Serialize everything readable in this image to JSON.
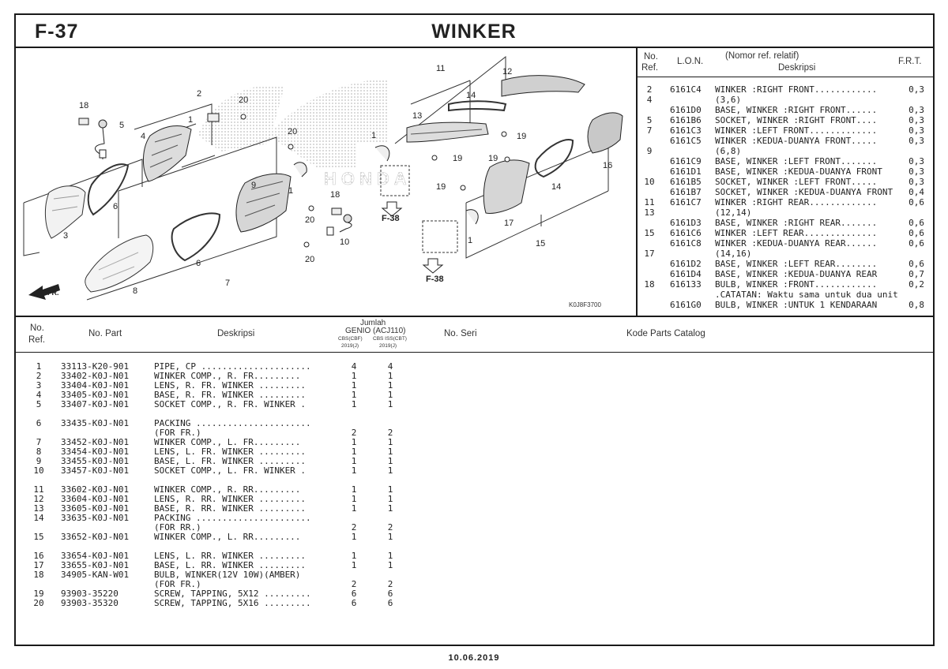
{
  "header": {
    "code": "F-37",
    "title": "WINKER"
  },
  "right_table": {
    "col_no": "No.",
    "col_ref": "Ref.",
    "col_lon": "L.O.N.",
    "col_desc_top": "(Nomor ref. relatif)",
    "col_desc": "Deskripsi",
    "col_frt": "F.R.T.",
    "rows": [
      {
        "ref": "2",
        "lon": "6161C4",
        "desc": "WINKER :RIGHT FRONT............",
        "frt": "0,3"
      },
      {
        "ref": "4",
        "lon": "",
        "desc": "(3,6)",
        "frt": ""
      },
      {
        "ref": "",
        "lon": "6161D0",
        "desc": "BASE, WINKER :RIGHT FRONT......",
        "frt": "0,3"
      },
      {
        "ref": "5",
        "lon": "6161B6",
        "desc": "SOCKET, WINKER :RIGHT FRONT....",
        "frt": "0,3"
      },
      {
        "ref": "7",
        "lon": "6161C3",
        "desc": "WINKER :LEFT FRONT.............",
        "frt": "0,3"
      },
      {
        "ref": "",
        "lon": "6161C5",
        "desc": "WINKER :KEDUA-DUANYA FRONT.....",
        "frt": "0,3"
      },
      {
        "ref": "9",
        "lon": "",
        "desc": "(6,8)",
        "frt": ""
      },
      {
        "ref": "",
        "lon": "6161C9",
        "desc": "BASE, WINKER :LEFT FRONT.......",
        "frt": "0,3"
      },
      {
        "ref": "",
        "lon": "6161D1",
        "desc": "BASE, WINKER :KEDUA-DUANYA FRONT",
        "frt": "0,3"
      },
      {
        "ref": "10",
        "lon": "6161B5",
        "desc": "SOCKET, WINKER :LEFT FRONT.....",
        "frt": "0,3"
      },
      {
        "ref": "",
        "lon": "6161B7",
        "desc": "SOCKET, WINKER :KEDUA-DUANYA FRONT",
        "frt": "0,4"
      },
      {
        "ref": "11",
        "lon": "6161C7",
        "desc": "WINKER :RIGHT REAR.............",
        "frt": "0,6"
      },
      {
        "ref": "13",
        "lon": "",
        "desc": "(12,14)",
        "frt": ""
      },
      {
        "ref": "",
        "lon": "6161D3",
        "desc": "BASE, WINKER :RIGHT REAR.......",
        "frt": "0,6"
      },
      {
        "ref": "15",
        "lon": "6161C6",
        "desc": "WINKER :LEFT REAR..............",
        "frt": "0,6"
      },
      {
        "ref": "",
        "lon": "6161C8",
        "desc": "WINKER :KEDUA-DUANYA REAR......",
        "frt": "0,6"
      },
      {
        "ref": "17",
        "lon": "",
        "desc": "(14,16)",
        "frt": ""
      },
      {
        "ref": "",
        "lon": "6161D2",
        "desc": "BASE, WINKER :LEFT REAR........",
        "frt": "0,6"
      },
      {
        "ref": "",
        "lon": "6161D4",
        "desc": "BASE, WINKER :KEDUA-DUANYA REAR",
        "frt": "0,7"
      },
      {
        "ref": "18",
        "lon": "616133",
        "desc": "BULB, WINKER :FRONT............",
        "frt": "0,2"
      },
      {
        "ref": "",
        "lon": "",
        "desc": ".CATATAN: Waktu sama untuk dua unit",
        "frt": ""
      },
      {
        "ref": "",
        "lon": "6161G0",
        "desc": "BULB, WINKER :UNTUK 1 KENDARAAN",
        "frt": "0,8"
      }
    ]
  },
  "diagram": {
    "figure_code": "K0J8F3700",
    "fr_label": "FR.",
    "ref_f38": "F-38",
    "callouts": [
      "1",
      "2",
      "3",
      "4",
      "5",
      "6",
      "7",
      "8",
      "9",
      "10",
      "11",
      "12",
      "13",
      "14",
      "15",
      "16",
      "17",
      "18",
      "19",
      "20"
    ]
  },
  "parts_table": {
    "col_no": "No.",
    "col_ref": "Ref.",
    "col_part": "No. Part",
    "col_desc": "Deskripsi",
    "col_jumlah": "Jumlah",
    "col_model": "GENIO (ACJ110)",
    "col_var1": "CBS(CBF)",
    "col_var1_year": "2019(J)",
    "col_var2": "CBS ISS(CBT)",
    "col_var2_year": "2019(J)",
    "col_seri": "No. Seri",
    "col_kode": "Kode Parts Catalog",
    "rows": [
      {
        "no": "1",
        "part": "33113-K20-901",
        "desc": "PIPE, CP .....................",
        "q1": "4",
        "q2": "4"
      },
      {
        "no": "2",
        "part": "33402-K0J-N01",
        "desc": "WINKER COMP., R. FR.........",
        "q1": "1",
        "q2": "1"
      },
      {
        "no": "3",
        "part": "33404-K0J-N01",
        "desc": "LENS, R. FR. WINKER .........",
        "q1": "1",
        "q2": "1"
      },
      {
        "no": "4",
        "part": "33405-K0J-N01",
        "desc": "BASE, R. FR. WINKER .........",
        "q1": "1",
        "q2": "1"
      },
      {
        "no": "5",
        "part": "33407-K0J-N01",
        "desc": "SOCKET COMP., R. FR. WINKER .",
        "q1": "1",
        "q2": "1"
      },
      {
        "no": "6",
        "part": "33435-K0J-N01",
        "desc": "PACKING ......................",
        "q1": "",
        "q2": ""
      },
      {
        "no": "",
        "part": "",
        "desc": "(FOR FR.)",
        "q1": "2",
        "q2": "2"
      },
      {
        "no": "7",
        "part": "33452-K0J-N01",
        "desc": "WINKER COMP., L. FR.........",
        "q1": "1",
        "q2": "1"
      },
      {
        "no": "8",
        "part": "33454-K0J-N01",
        "desc": "LENS, L. FR. WINKER .........",
        "q1": "1",
        "q2": "1"
      },
      {
        "no": "9",
        "part": "33455-K0J-N01",
        "desc": "BASE, L. FR. WINKER .........",
        "q1": "1",
        "q2": "1"
      },
      {
        "no": "10",
        "part": "33457-K0J-N01",
        "desc": "SOCKET COMP., L. FR. WINKER .",
        "q1": "1",
        "q2": "1"
      },
      {
        "no": "11",
        "part": "33602-K0J-N01",
        "desc": "WINKER COMP., R. RR.........",
        "q1": "1",
        "q2": "1"
      },
      {
        "no": "12",
        "part": "33604-K0J-N01",
        "desc": "LENS, R. RR. WINKER .........",
        "q1": "1",
        "q2": "1"
      },
      {
        "no": "13",
        "part": "33605-K0J-N01",
        "desc": "BASE, R. RR. WINKER .........",
        "q1": "1",
        "q2": "1"
      },
      {
        "no": "14",
        "part": "33635-K0J-N01",
        "desc": "PACKING ......................",
        "q1": "",
        "q2": ""
      },
      {
        "no": "",
        "part": "",
        "desc": "(FOR RR.)",
        "q1": "2",
        "q2": "2"
      },
      {
        "no": "15",
        "part": "33652-K0J-N01",
        "desc": "WINKER COMP., L. RR.........",
        "q1": "1",
        "q2": "1"
      },
      {
        "no": "16",
        "part": "33654-K0J-N01",
        "desc": "LENS, L. RR. WINKER .........",
        "q1": "1",
        "q2": "1"
      },
      {
        "no": "17",
        "part": "33655-K0J-N01",
        "desc": "BASE, L. RR. WINKER .........",
        "q1": "1",
        "q2": "1"
      },
      {
        "no": "18",
        "part": "34905-KAN-W01",
        "desc": "BULB, WINKER(12V 10W)(AMBER)",
        "q1": "",
        "q2": ""
      },
      {
        "no": "",
        "part": "",
        "desc": "(FOR FR.)",
        "q1": "2",
        "q2": "2"
      },
      {
        "no": "19",
        "part": "93903-35220",
        "desc": "SCREW, TAPPING, 5X12 .........",
        "q1": "6",
        "q2": "6"
      },
      {
        "no": "20",
        "part": "93903-35320",
        "desc": "SCREW, TAPPING, 5X16 .........",
        "q1": "6",
        "q2": "6"
      }
    ]
  },
  "footer": {
    "date": "10.06.2019"
  }
}
